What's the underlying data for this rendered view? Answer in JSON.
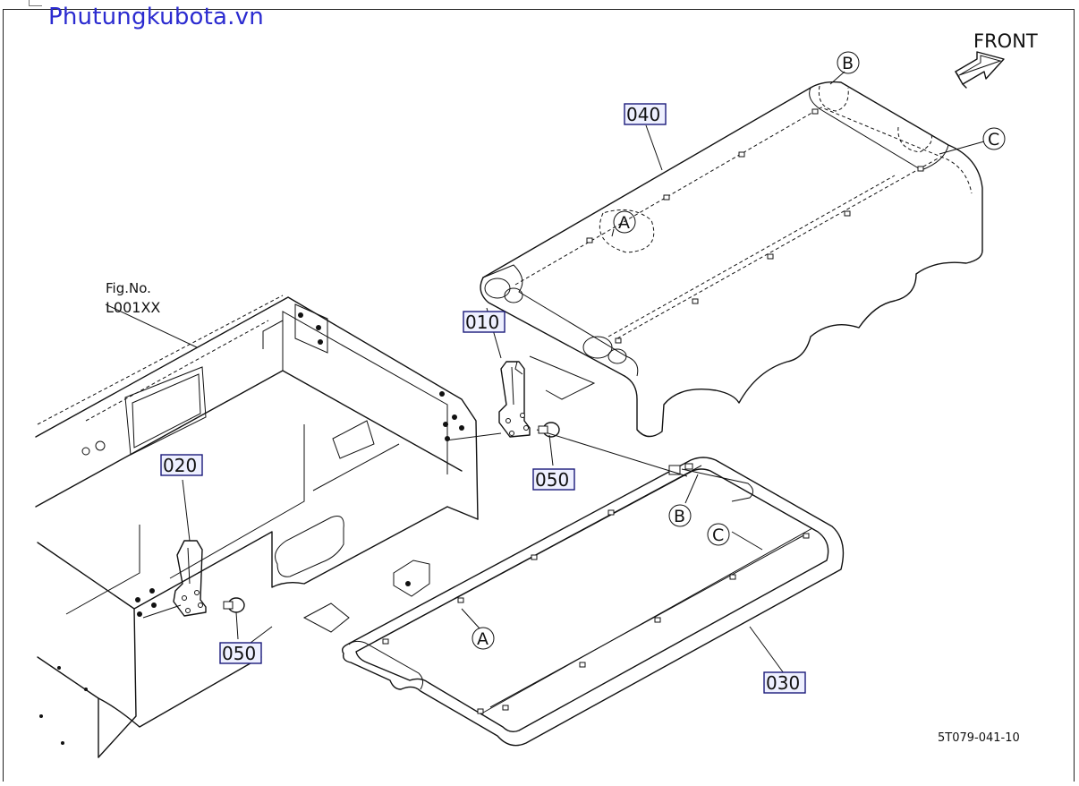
{
  "header": {
    "site_title": "Phutungkubota.vn"
  },
  "labels": {
    "front": "FRONT",
    "fig_no": "Fig.No.",
    "fig_code": "L001XX",
    "drawing_code": "5T079-041-10"
  },
  "parts": [
    {
      "id": "p010",
      "number": "010"
    },
    {
      "id": "p020",
      "number": "020"
    },
    {
      "id": "p030",
      "number": "030"
    },
    {
      "id": "p040",
      "number": "040"
    },
    {
      "id": "p050a",
      "number": "050"
    },
    {
      "id": "p050b",
      "number": "050"
    }
  ],
  "callouts": [
    "A",
    "B",
    "C",
    "A",
    "B",
    "C"
  ]
}
